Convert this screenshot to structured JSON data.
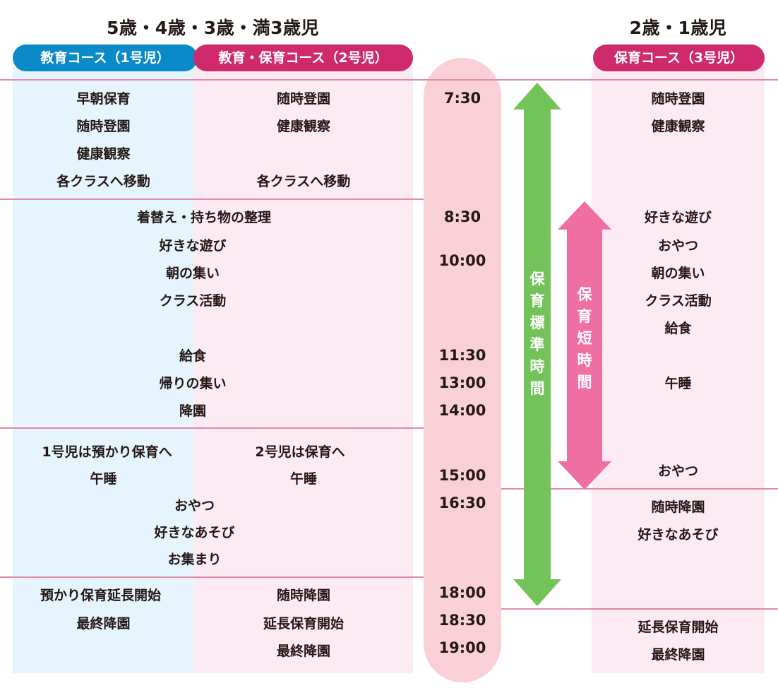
{
  "headings": {
    "older": "5歳・4歳・3歳・満3歳児",
    "younger": "2歳・1歳児"
  },
  "courses": {
    "course1": {
      "label": "教育コース（1号児）",
      "color": "#0a8ac9",
      "bg": "#e6f4fd"
    },
    "course2": {
      "label": "教育・保育コース（2号児）",
      "color": "#cf2a6b",
      "bg": "#fdebf3"
    },
    "course3": {
      "label": "保育コース（3号児）",
      "color": "#cf2a6b",
      "bg": "#fdebf3"
    }
  },
  "times": [
    "7:30",
    "8:30",
    "10:00",
    "11:30",
    "13:00",
    "14:00",
    "15:00",
    "16:30",
    "18:00",
    "18:30",
    "19:00"
  ],
  "arrows": {
    "standard": {
      "label": "保育標準時間",
      "chars": [
        "保",
        "育",
        "標",
        "準",
        "時",
        "間"
      ],
      "color": "#74c35a"
    },
    "short": {
      "label": "保育短時間",
      "chars": [
        "保",
        "育",
        "短",
        "時",
        "間"
      ],
      "color": "#ef6fa3"
    }
  },
  "colors": {
    "line": "#e48aa2",
    "time_pill": "#f9d0d8",
    "text": "#231815"
  },
  "section1": {
    "course1": [
      "早朝保育",
      "随時登園",
      "健康観察",
      "各クラスへ移動"
    ],
    "course2": [
      "随時登園",
      "健康観察",
      "各クラスへ移動"
    ]
  },
  "section2": {
    "shared": [
      "着替え・持ち物の整理",
      "好きな遊び",
      "朝の集い",
      "クラス活動",
      "給食",
      "帰りの集い",
      "降園"
    ]
  },
  "section3": {
    "course1": [
      "1号児は預かり保育へ",
      "午睡"
    ],
    "course2": [
      "2号児は保育へ",
      "午睡"
    ],
    "shared": [
      "おやつ",
      "好きなあそび",
      "お集まり"
    ]
  },
  "section4": {
    "course1": [
      "預かり保育延長開始",
      "最終降園"
    ],
    "course2": [
      "随時降園",
      "延長保育開始",
      "最終降園"
    ]
  },
  "course3_schedule": {
    "block1": [
      "随時登園",
      "健康観察"
    ],
    "block2": [
      "好きな遊び",
      "おやつ",
      "朝の集い",
      "クラス活動",
      "給食",
      "午睡",
      "おやつ"
    ],
    "block3": [
      "随時降園",
      "好きなあそび"
    ],
    "block4": [
      "延長保育開始",
      "最終降園"
    ]
  }
}
